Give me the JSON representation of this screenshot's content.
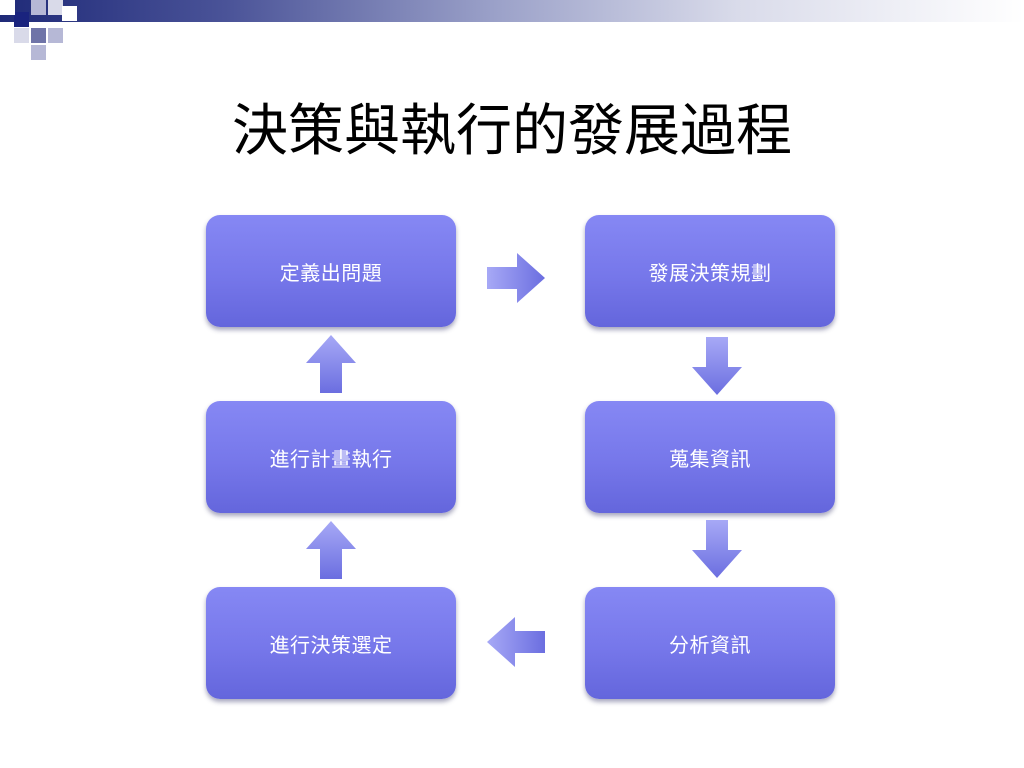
{
  "slide": {
    "title": "決策與執行的發展過程"
  },
  "diagram": {
    "steps": [
      "定義出問題",
      "發展決策規劃",
      "蒐集資訊",
      "分析資訊",
      "進行決策選定",
      "進行計畫執行"
    ],
    "colors": {
      "box_top": "#8688f4",
      "box_bottom": "#6466dc",
      "arrow_light": "#a7a9f6",
      "arrow_dark": "#6b6ee0",
      "text": "#ffffff"
    }
  }
}
